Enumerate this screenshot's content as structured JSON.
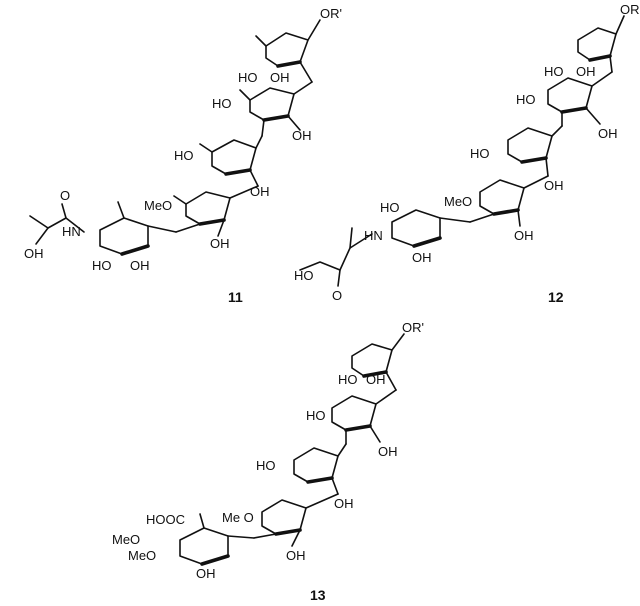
{
  "labels": {
    "compound_11": "11",
    "compound_12": "12",
    "compound_13": "13",
    "or_prime": "OR'",
    "or_12": "OR",
    "oh": "OH",
    "ho": "HO",
    "meo": "MeO",
    "me_o": "Me O",
    "hn": "HN",
    "o": "O",
    "hooc": "HOOC"
  }
}
